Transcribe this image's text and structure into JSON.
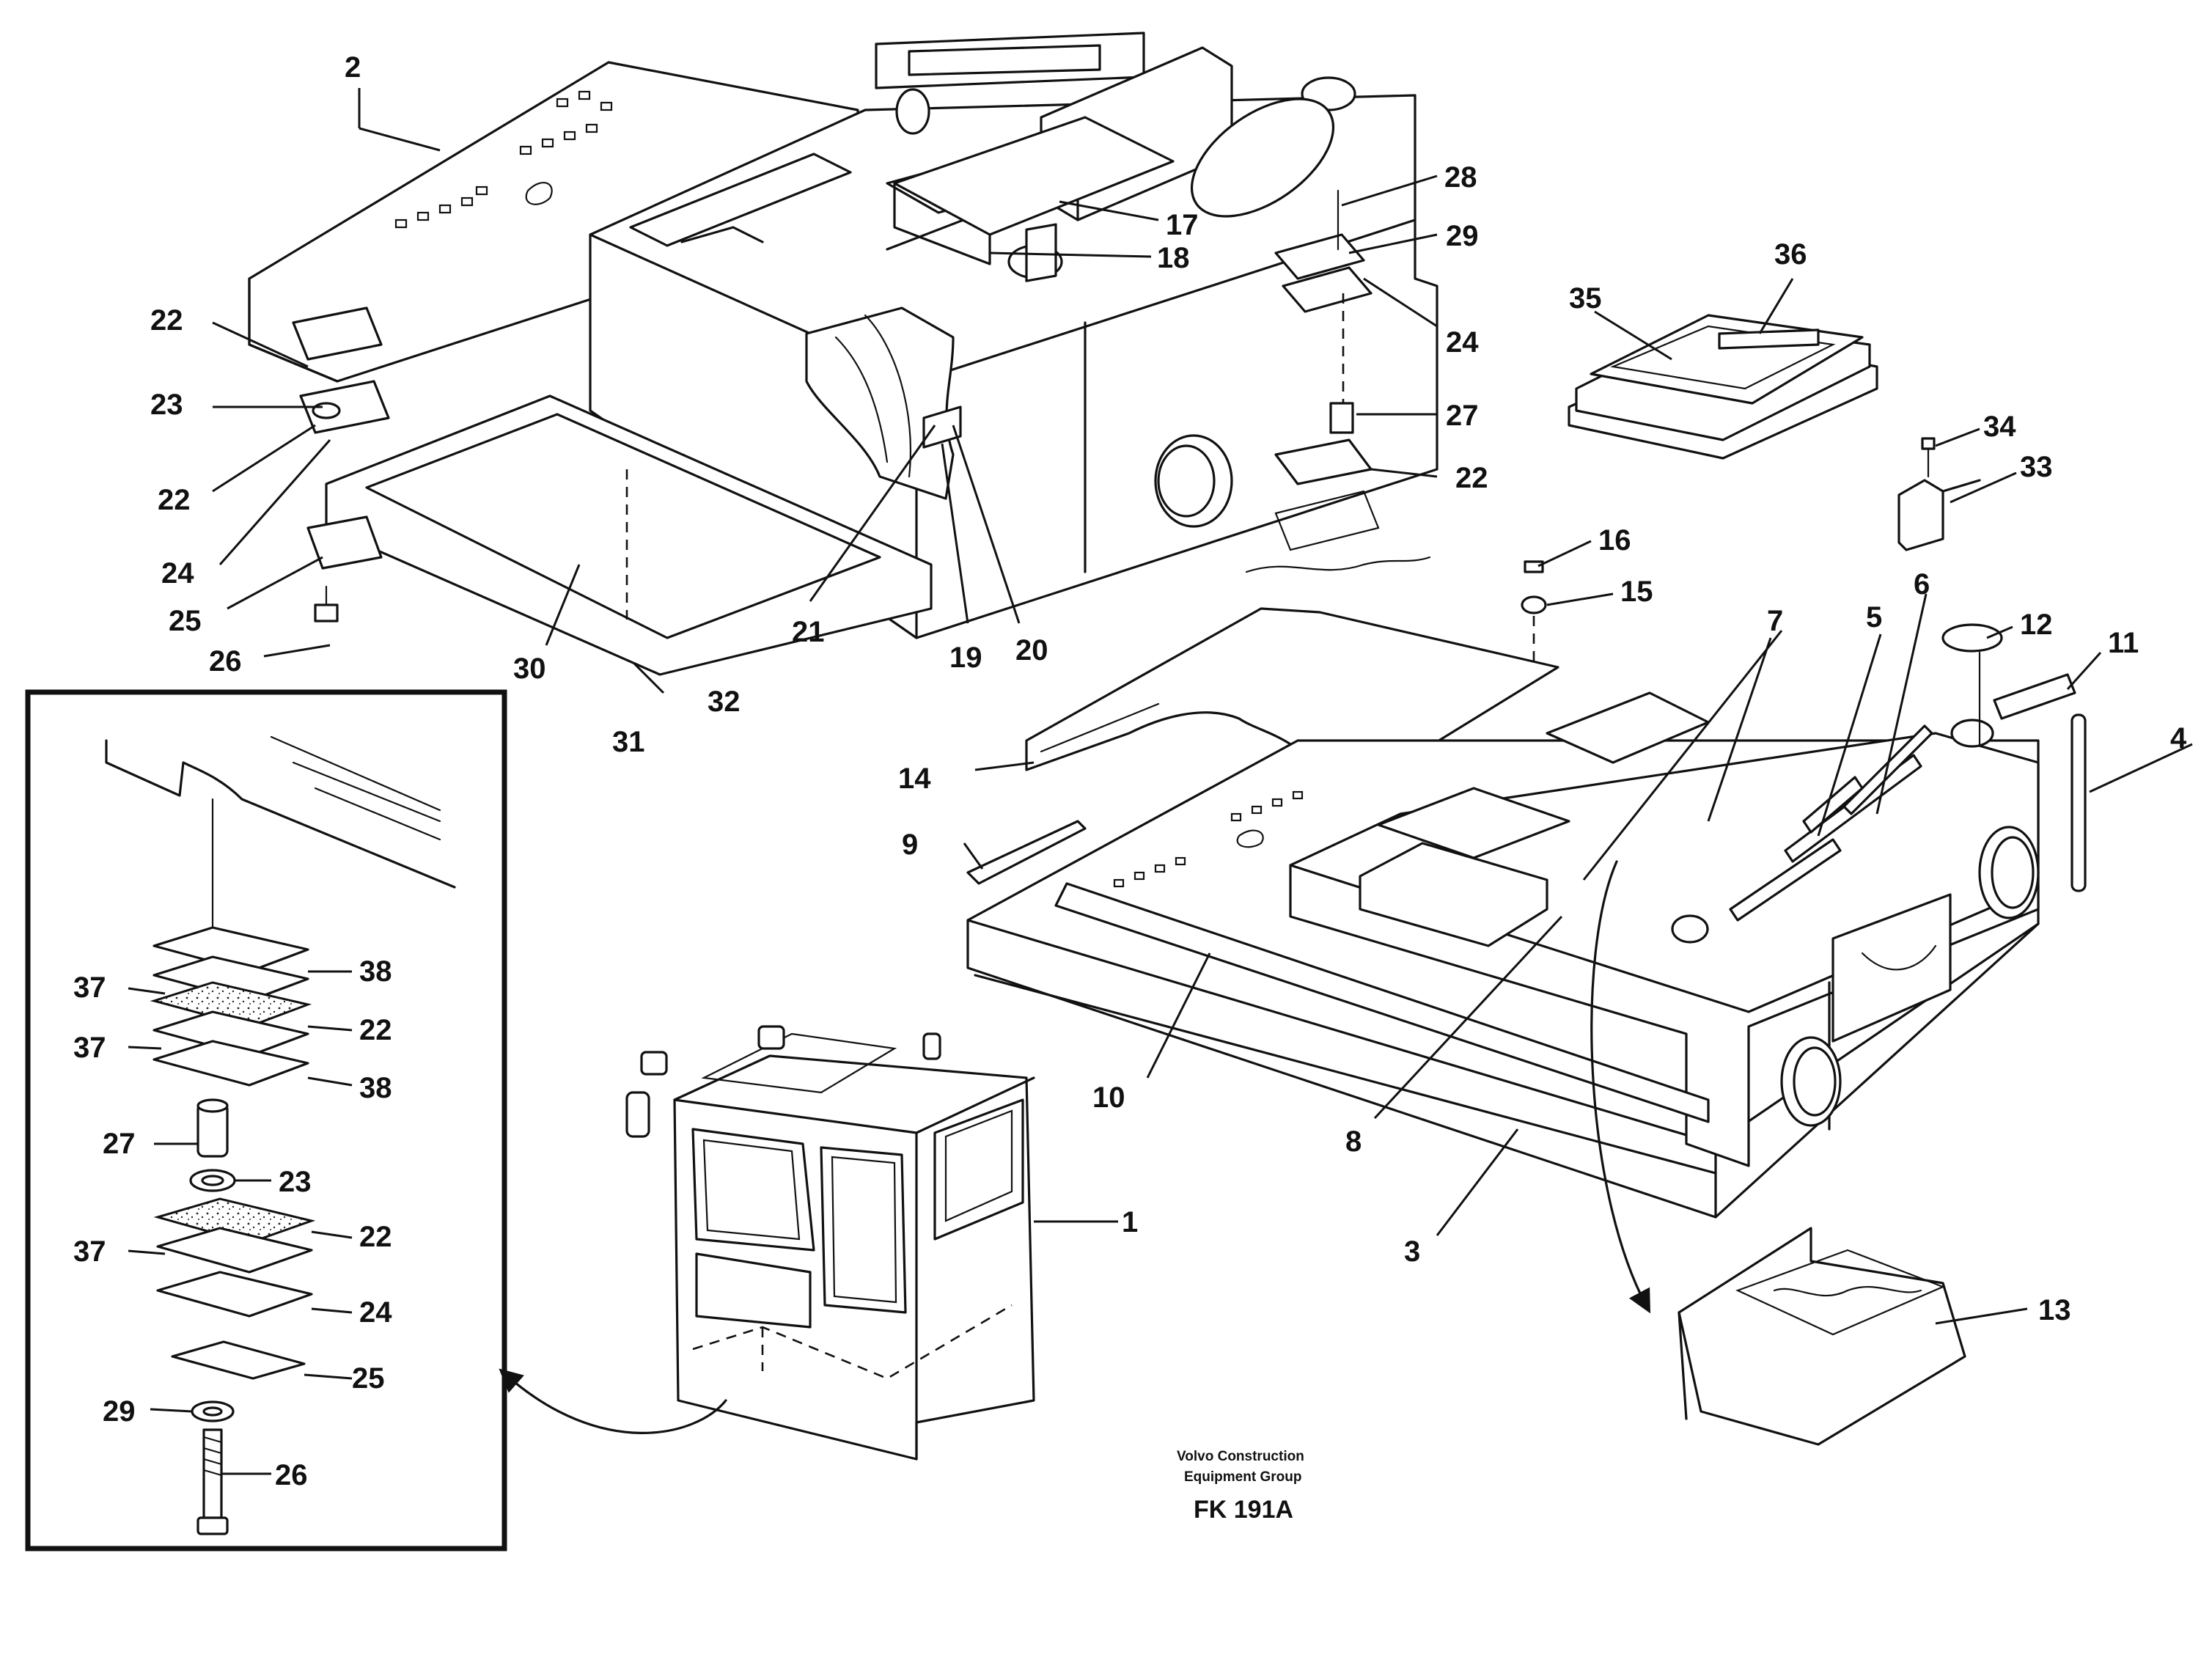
{
  "callouts": {
    "c1": "1",
    "c2": "2",
    "c3": "3",
    "c4": "4",
    "c5": "5",
    "c6": "6",
    "c7": "7",
    "c8": "8",
    "c9": "9",
    "c10": "10",
    "c11": "11",
    "c12": "12",
    "c13": "13",
    "c14": "14",
    "c15": "15",
    "c16": "16",
    "c17": "17",
    "c18": "18",
    "c19": "19",
    "c20": "20",
    "c21": "21",
    "c22": "22",
    "c23": "23",
    "c24": "24",
    "c25": "25",
    "c26": "26",
    "c27": "27",
    "c28": "28",
    "c29": "29",
    "c30": "30",
    "c31": "31",
    "c32": "32",
    "c33": "33",
    "c34": "34",
    "c35": "35",
    "c36": "36",
    "c37": "37",
    "c38": "38"
  },
  "caption": {
    "company_line1": "Volvo Construction",
    "company_line2": "Equipment Group",
    "figure_code": "FK 191A"
  }
}
